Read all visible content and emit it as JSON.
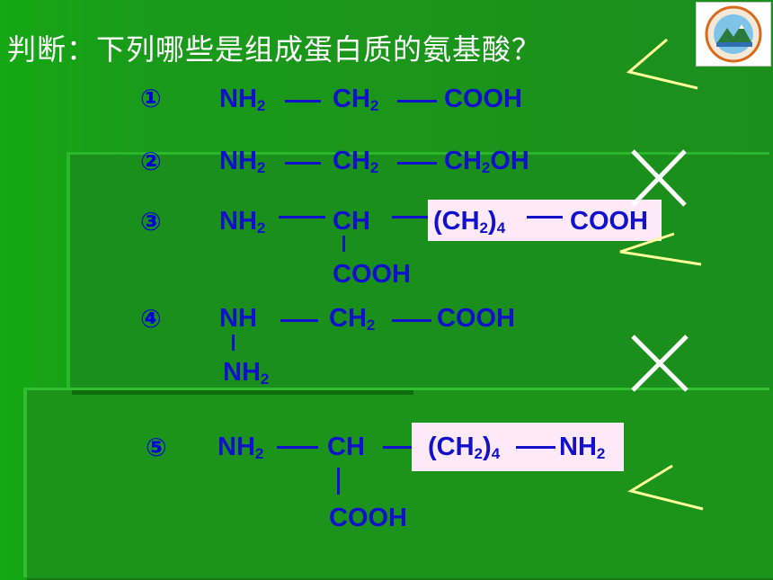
{
  "title": "判断：下列哪些是组成蛋白质的氨基酸？",
  "items": [
    {
      "num": "①",
      "g1": "NH",
      "g1s": "2",
      "g2": "CH",
      "g2s": "2",
      "g3": "COOH"
    },
    {
      "num": "②",
      "g1": "NH",
      "g1s": "2",
      "g2": "CH",
      "g2s": "2",
      "g3": "CH",
      "g3s": "2",
      "g3b": "OH"
    },
    {
      "num": "③",
      "g1": "NH",
      "g1s": "2",
      "g2": "CH",
      "side_a": "(CH",
      "side_s": "2",
      "side_b": ")",
      "side_s2": "4",
      "g3": "COOH",
      "sub_group": "COOH"
    },
    {
      "num": "④",
      "g1": "NH",
      "g2": "CH",
      "g2s": "2",
      "g3": "COOH",
      "sub_group": "NH",
      "sub_s": "2"
    },
    {
      "num": "⑤",
      "g1": "NH",
      "g1s": "2",
      "g2": "CH",
      "side_a": "(CH",
      "side_s": "2",
      "side_b": ")",
      "side_s2": "4",
      "g3": "NH",
      "g3s": "2",
      "sub_group": "COOH"
    }
  ],
  "marks": [
    "check-icon",
    "cross-icon",
    "check-icon",
    "cross-icon",
    "check-icon"
  ],
  "colors": {
    "background": "#1b8f1b",
    "formula": "#1111cc",
    "title": "#ffffff",
    "highlight": "#fde9f8"
  }
}
